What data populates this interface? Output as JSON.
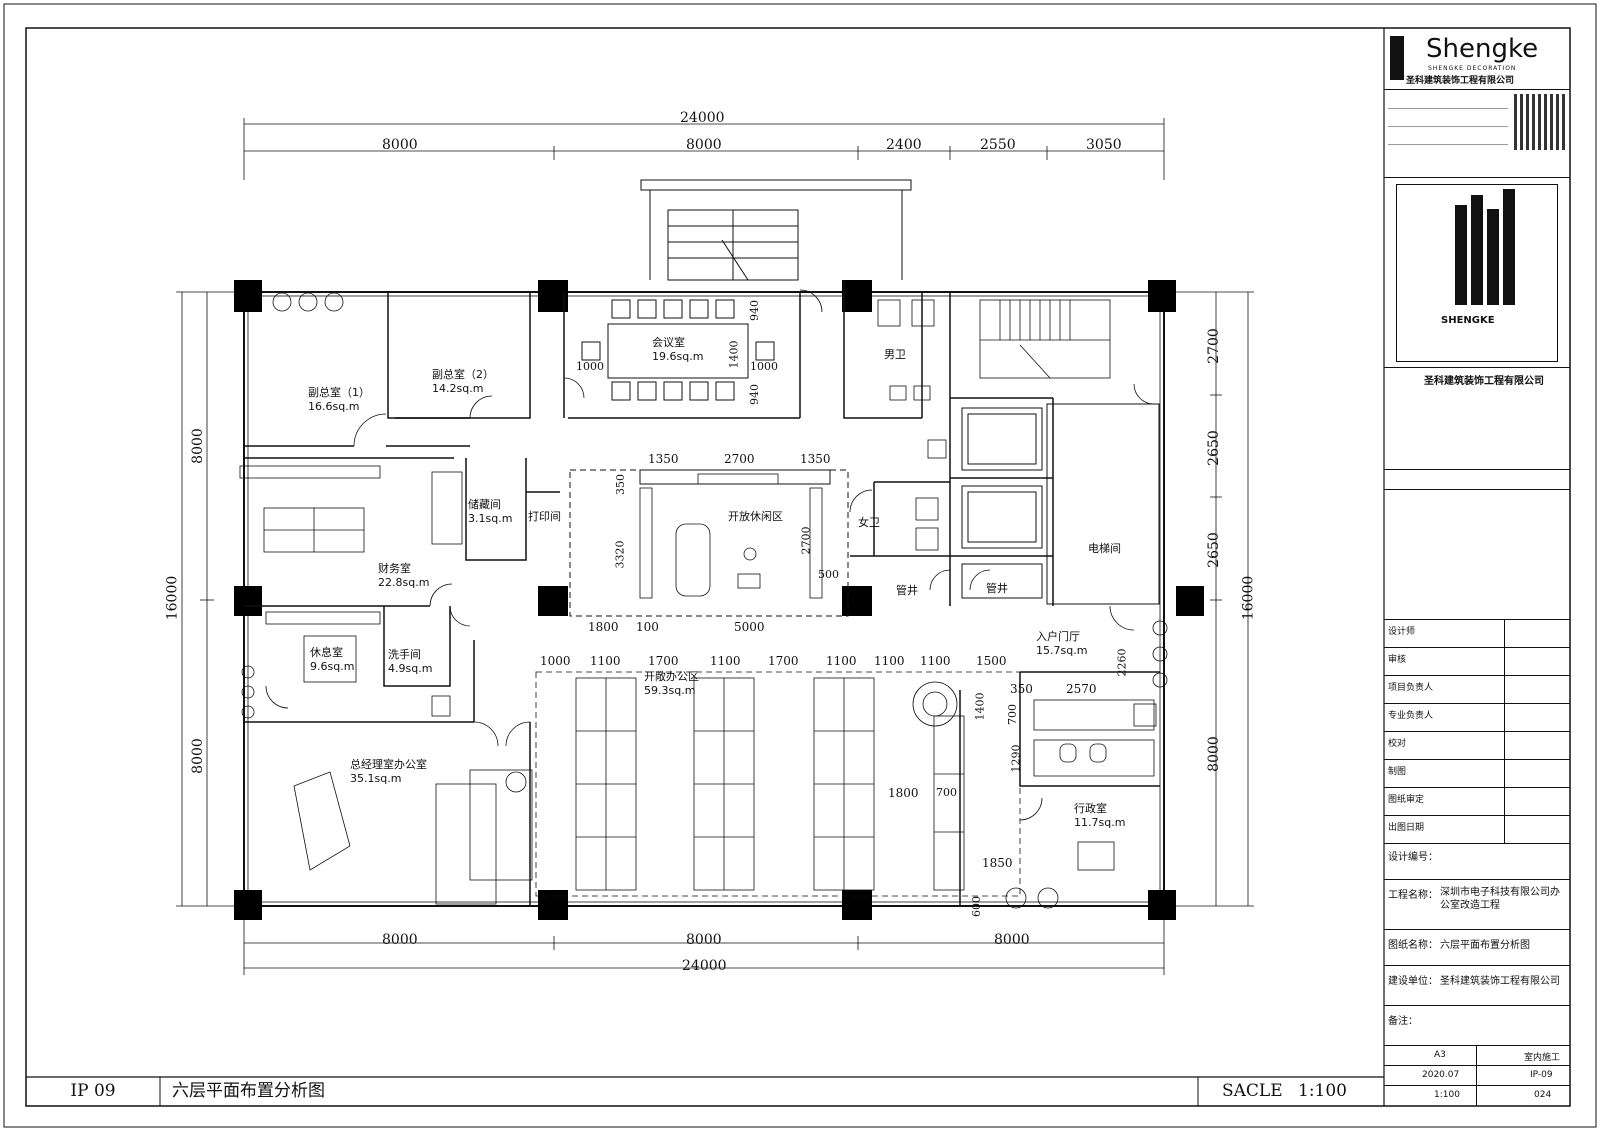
{
  "sheet": {
    "code": "IP 09",
    "title": "六层平面布置分析图",
    "scale_label": "SACLE",
    "scale_value": "1:100"
  },
  "dimensions": {
    "top_total": "24000",
    "top_segments": [
      "8000",
      "8000",
      "2400",
      "2550",
      "3050"
    ],
    "bottom_total": "24000",
    "bottom_segments": [
      "8000",
      "8000",
      "8000"
    ],
    "left_total": "16000",
    "left_segments": [
      "8000",
      "8000"
    ],
    "right_total": "16000",
    "right_segments": [
      "2700",
      "2650",
      "2650",
      "8000"
    ],
    "inner": [
      "1350",
      "2700",
      "1350",
      "350",
      "3320",
      "2700",
      "500",
      "1800",
      "100",
      "5000",
      "1000",
      "1100",
      "1700",
      "1100",
      "1700",
      "1100",
      "1100",
      "1100",
      "1500",
      "1400",
      "700",
      "350",
      "2570",
      "1290",
      "700",
      "1800",
      "1850",
      "600",
      "2260",
      "1000",
      "1000",
      "1400",
      "940",
      "940"
    ]
  },
  "rooms": [
    {
      "id": "vice1",
      "name": "副总室（1）",
      "area": "16.6sq.m"
    },
    {
      "id": "vice2",
      "name": "副总室（2）",
      "area": "14.2sq.m"
    },
    {
      "id": "meeting",
      "name": "会议室",
      "area": "19.6sq.m"
    },
    {
      "id": "mtoilet",
      "name": "男卫",
      "area": ""
    },
    {
      "id": "storage",
      "name": "储藏间",
      "area": "3.1sq.m"
    },
    {
      "id": "printer",
      "name": "打印间",
      "area": ""
    },
    {
      "id": "lounge",
      "name": "开放休闲区",
      "area": ""
    },
    {
      "id": "ftoilet",
      "name": "女卫",
      "area": ""
    },
    {
      "id": "finance",
      "name": "财务室",
      "area": "22.8sq.m"
    },
    {
      "id": "rest",
      "name": "休息室",
      "area": "9.6sq.m"
    },
    {
      "id": "wash",
      "name": "洗手间",
      "area": "4.9sq.m"
    },
    {
      "id": "openoffice",
      "name": "开敞办公区",
      "area": "59.3sq.m"
    },
    {
      "id": "entry",
      "name": "入户门厅",
      "area": "15.7sq.m"
    },
    {
      "id": "gm",
      "name": "总经理室办公室",
      "area": "35.1sq.m"
    },
    {
      "id": "admin",
      "name": "行政室",
      "area": "11.7sq.m"
    },
    {
      "id": "lobby",
      "name": "电梯间",
      "area": ""
    },
    {
      "id": "well1",
      "name": "管井",
      "area": ""
    },
    {
      "id": "well2",
      "name": "管井",
      "area": ""
    }
  ],
  "title_block": {
    "brand": "Shengke",
    "brand_tag": "SHENGKE DECORATION",
    "company": "圣科建筑装饰工程有限公司",
    "emblem_text": "SHENGKE",
    "company_name_2": "圣科建筑装饰工程有限公司",
    "rows": [
      "设计师",
      "审核",
      "项目负责人",
      "专业负责人",
      "校对",
      "制图",
      "图纸审定",
      "出图日期"
    ],
    "design_no_label": "设计编号：",
    "project_label": "工程名称：",
    "project_value": "深圳市电子科技有限公司办公室改造工程",
    "drawing_label": "图纸名称：",
    "drawing_value": "六层平面布置分析图",
    "client_label": "建设单位：",
    "client_value": "圣科建筑装饰工程有限公司",
    "remark_label": "备注：",
    "sheet_cells": [
      "A3",
      "室内施工",
      "2020.07",
      "IP-09",
      "1:100",
      "024"
    ]
  },
  "colors": {
    "line": "#111111",
    "column": "#000000",
    "paper": "#ffffff"
  }
}
